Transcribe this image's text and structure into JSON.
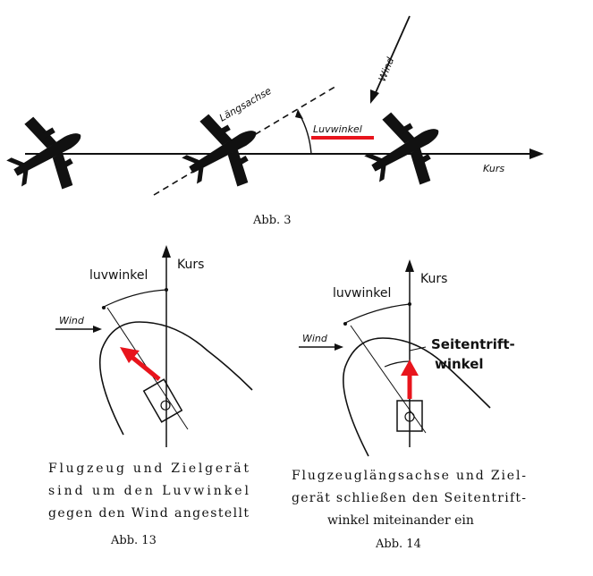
{
  "fig3": {
    "label_laengsachse": "Längsachse",
    "label_luvwinkel": "Luvwinkel",
    "label_wind": "Wind",
    "label_kurs": "Kurs",
    "caption": "Abb. 3"
  },
  "fig13": {
    "label_luvwinkel": "luvwinkel",
    "label_kurs": "Kurs",
    "label_wind": "Wind",
    "caption_line1": "Flugzeug und Zielgerät",
    "caption_line2": "sind um den Luvwinkel",
    "caption_line3": "gegen den Wind angestellt",
    "abb": "Abb. 13"
  },
  "fig14": {
    "label_luvwinkel": "luvwinkel",
    "label_kurs": "Kurs",
    "label_wind": "Wind",
    "label_seitentrift1": "Seitentrift-",
    "label_seitentrift2": "winkel",
    "caption_line1": "Flugzeuglängsachse und Ziel-",
    "caption_line2": "gerät schließen den Seitentrift-",
    "caption_line3": "winkel miteinander ein",
    "abb": "Abb. 14"
  },
  "colors": {
    "ink": "#111111",
    "highlight": "#e8141c"
  }
}
